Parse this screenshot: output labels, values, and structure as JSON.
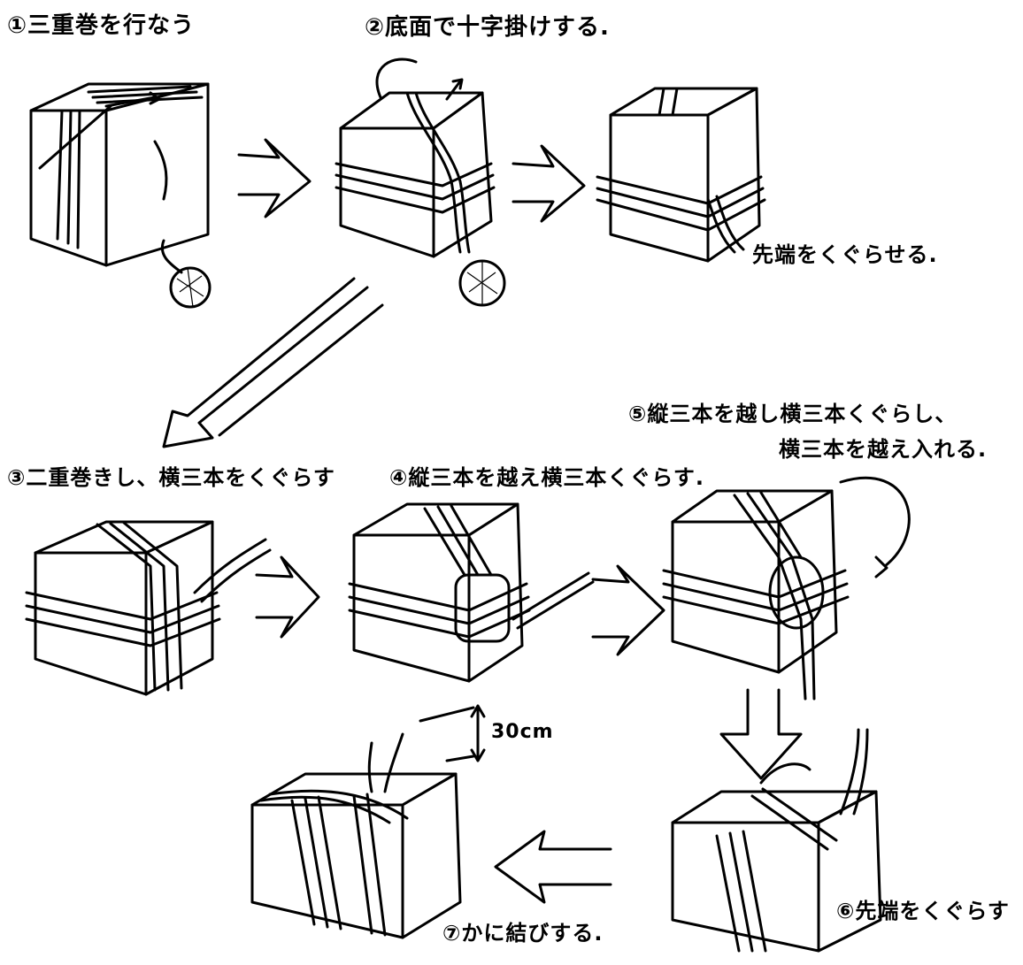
{
  "steps": [
    {
      "label": "①三重巻を行なう"
    },
    {
      "label": "②底面で十字掛けする."
    },
    {
      "label": "先端をくぐらせる."
    },
    {
      "label": "③二重巻きし、横三本をくぐらす"
    },
    {
      "label": "④縦三本を越え横三本くぐらす."
    },
    {
      "label": "⑤縦三本を越し横三本くぐらし、"
    },
    {
      "label": "横三本を越え入れる."
    },
    {
      "label": "⑥先端をくぐらす"
    },
    {
      "label": "⑦かに結びする."
    }
  ],
  "dimension": {
    "label": "30cm"
  }
}
